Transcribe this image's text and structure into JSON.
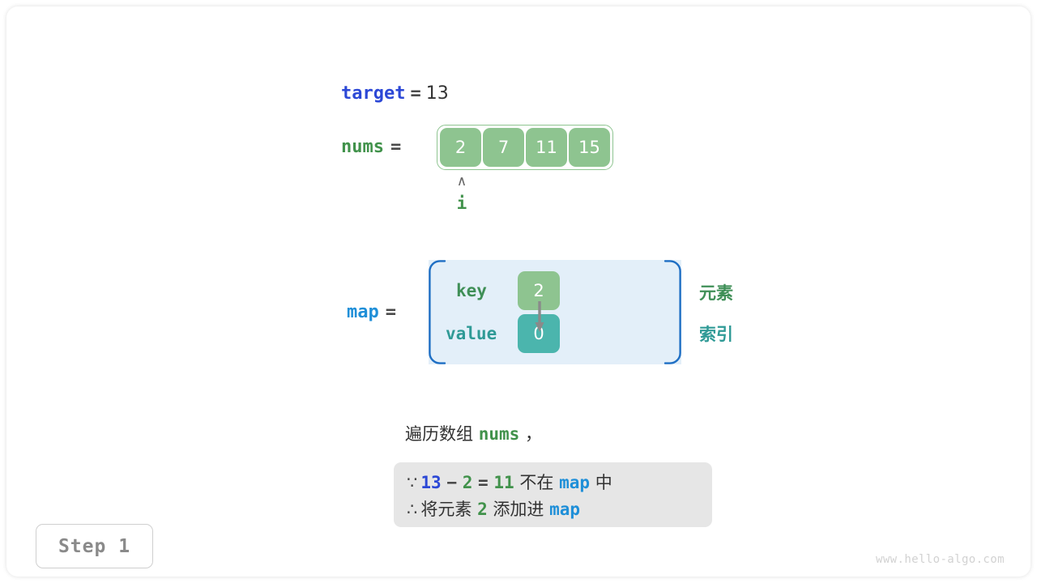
{
  "meta": {
    "watermark": "www.hello-algo.com",
    "step_label": "Step 1"
  },
  "colors": {
    "accent_blue": "#2c48d6",
    "light_blue": "#1f8fd8",
    "green": "#41924b",
    "teal": "#2f9a96",
    "cell_green": "#8ec490",
    "cell_teal": "#4bb5ad",
    "map_fill": "#e3eff9",
    "map_border": "#1f6fc4",
    "note_bg": "#e6e6e6"
  },
  "target": {
    "name": "target",
    "equals": "=",
    "value": "13"
  },
  "nums": {
    "name": "nums",
    "equals": "=",
    "values": [
      "2",
      "7",
      "11",
      "15"
    ],
    "pointer_caret": "∧",
    "pointer_label": "i",
    "pointer_index": 0
  },
  "map": {
    "name": "map",
    "equals": "=",
    "key_label": "key",
    "value_label": "value",
    "key_value": "2",
    "value_value": "0",
    "legend_element": "元素",
    "legend_index": "索引"
  },
  "note": {
    "intro_prefix": "遍历数组",
    "intro_code": "nums",
    "intro_suffix": "，",
    "line1": {
      "symbol": "∵",
      "a": "13",
      "minus": "−",
      "b": "2",
      "eq": "=",
      "c": "11",
      "text_mid": "不在",
      "code": "map",
      "text_end": "中"
    },
    "line2": {
      "symbol": "∴",
      "text_start": "将元素",
      "a": "2",
      "text_mid": "添加进",
      "code": "map"
    }
  }
}
